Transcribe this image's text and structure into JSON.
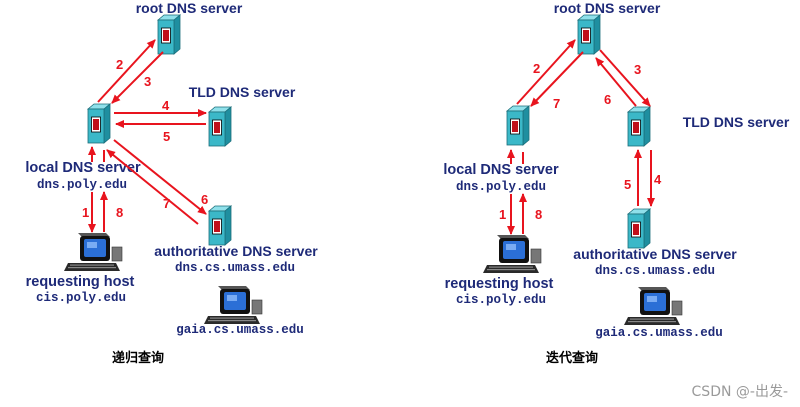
{
  "left": {
    "root_label": "root DNS server",
    "tld_label": "TLD DNS server",
    "local_label": "local DNS server",
    "local_host": "dns.poly.edu",
    "auth_label": "authoritative DNS server",
    "auth_host": "dns.cs.umass.edu",
    "req_label": "requesting host",
    "req_host": "cis.poly.edu",
    "gaia_host": "gaia.cs.umass.edu",
    "steps": [
      "1",
      "2",
      "3",
      "4",
      "5",
      "6",
      "7",
      "8"
    ],
    "caption": "递归查询"
  },
  "right": {
    "root_label": "root DNS server",
    "tld_label": "TLD DNS server",
    "local_label": "local DNS server",
    "local_host": "dns.poly.edu",
    "auth_label": "authoritative DNS server",
    "auth_host": "dns.cs.umass.edu",
    "req_label": "requesting host",
    "req_host": "cis.poly.edu",
    "gaia_host": "gaia.cs.umass.edu",
    "steps": [
      "1",
      "2",
      "3",
      "4",
      "5",
      "6",
      "7",
      "8"
    ],
    "caption": "迭代查询"
  },
  "watermark": "CSDN @-出发-",
  "colors": {
    "arrow": "#e8141e",
    "label": "#1e2a78",
    "server": "#3bb8c8"
  }
}
